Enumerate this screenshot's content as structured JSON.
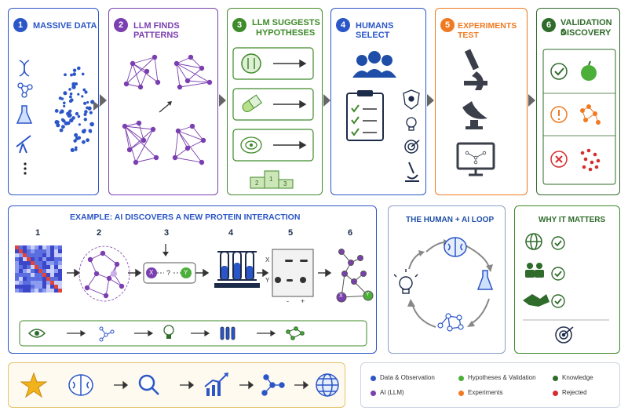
{
  "steps": [
    {
      "num": "1",
      "title": "MASSIVE DATA",
      "color": "#2b56c7"
    },
    {
      "num": "2",
      "title": "LLM FINDS PATTERNS",
      "color": "#7a3fb0"
    },
    {
      "num": "3",
      "title_line1": "LLM SUGGESTS",
      "title_line2": "HYPOTHESES",
      "color": "#3f8a2a"
    },
    {
      "num": "4",
      "title": "HUMANS SELECT",
      "color": "#2b56c7"
    },
    {
      "num": "5",
      "title": "EXPERIMENTS TEST",
      "color": "#f07a22"
    },
    {
      "num": "6",
      "title_line1": "VALIDATION &",
      "title_line2": "DISCOVERY",
      "color": "#2f6b2a"
    }
  ],
  "example": {
    "title": "EXAMPLE: AI DISCOVERS A NEW PROTEIN INTERACTION",
    "nums": [
      "1",
      "2",
      "3",
      "4",
      "5",
      "6"
    ],
    "hypothesis_mark": "?",
    "node_x": "X",
    "node_y": "Y",
    "gel_x": "X",
    "gel_y": "Y",
    "gel_minus": "-",
    "gel_plus": "+"
  },
  "loop": {
    "title": "THE HUMAN + AI LOOP"
  },
  "why": {
    "title": "WHY IT MATTERS"
  },
  "legend": [
    {
      "label": "Data & Observation",
      "color": "#2b56c7"
    },
    {
      "label": "Hypotheses & Validation",
      "color": "#4caf3a"
    },
    {
      "label": "Knowledge",
      "color": "#2f6b2a"
    },
    {
      "label": "AI (LLM)",
      "color": "#7a3fb0"
    },
    {
      "label": "Experiments",
      "color": "#f07a22"
    },
    {
      "label": "Rejected",
      "color": "#d62e2e"
    }
  ],
  "icons": [
    "dna-icon",
    "molecule-icon",
    "flask-icon",
    "telescope-icon",
    "clipboard-icon",
    "microscope-icon",
    "satellite-dish-icon",
    "monitor-icon",
    "apple-icon",
    "people-icon",
    "globe-icon",
    "star-icon",
    "brain-icon",
    "magnifier-icon",
    "chart-icon",
    "network-icon",
    "target-icon",
    "lightbulb-icon",
    "eye-icon",
    "handshake-icon",
    "shield-icon"
  ]
}
